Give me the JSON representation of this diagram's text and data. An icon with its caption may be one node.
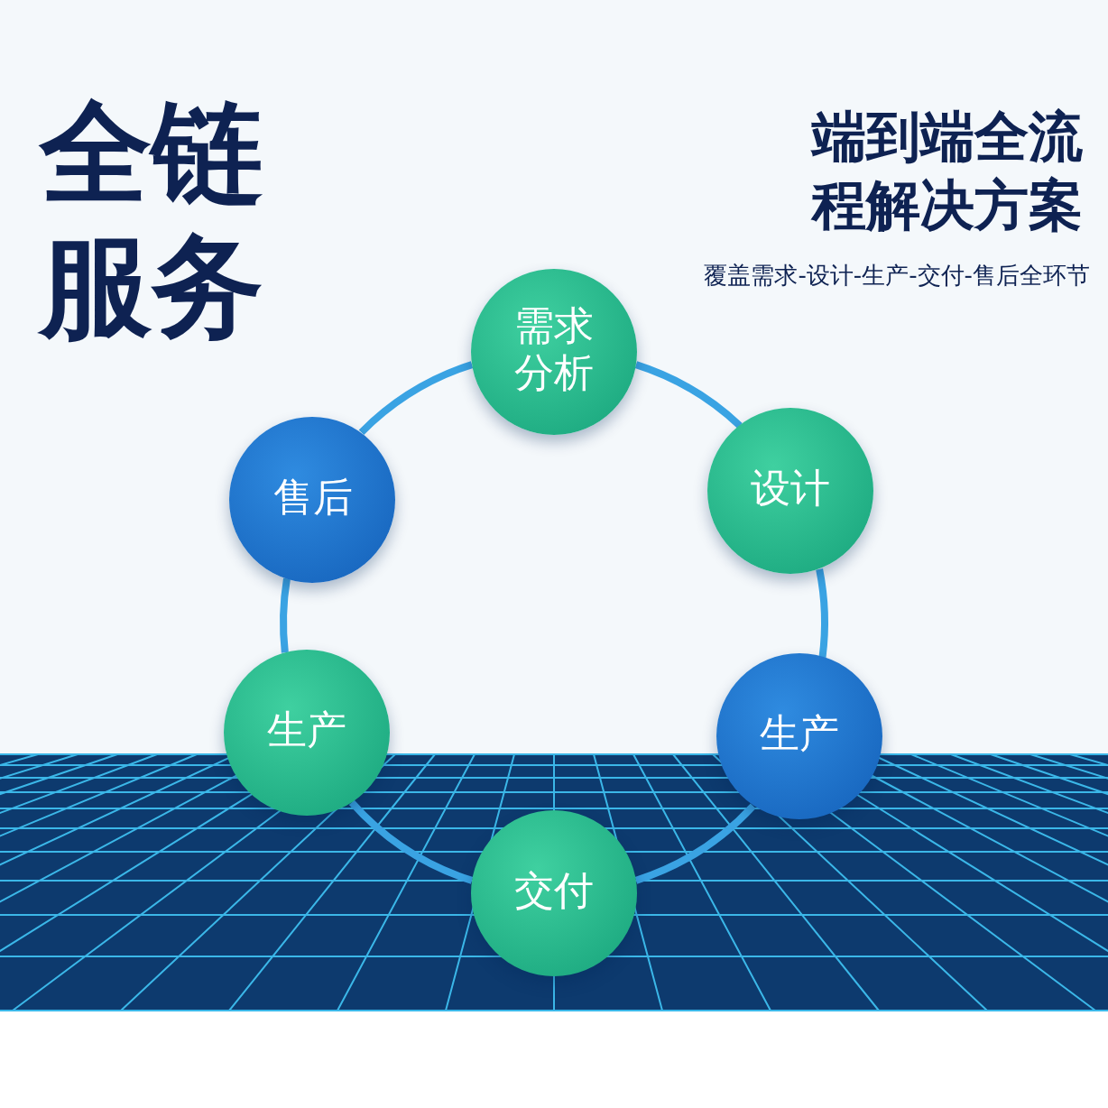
{
  "diagram": {
    "title": "全链服务",
    "nodes": [
      {
        "text": [
          "需求分析"
        ]
      },
      {
        "text": [
          "设计"
        ]
      },
      {
        "text": [
          "生产"
        ]
      },
      {
        "text": [
          "交付"
        ]
      },
      {
        "text": [
          "生产"
        ]
      },
      {
        "text": [
          "售后"
        ]
      }
    ],
    "edges": [
      {
        "from": 0,
        "to": 1,
        "arrow": "none"
      },
      {
        "from": 1,
        "to": 2,
        "arrow": "none"
      },
      {
        "from": 2,
        "to": 3,
        "arrow": "none"
      },
      {
        "from": 3,
        "to": 4,
        "arrow": "none"
      },
      {
        "from": 4,
        "to": 5,
        "arrow": "none"
      },
      {
        "from": 5,
        "to": 0,
        "arrow": "none"
      }
    ],
    "labels": [
      "端到端全流程解决方案",
      "覆盖需求-设计-生产-交付-售后全环节"
    ]
  }
}
